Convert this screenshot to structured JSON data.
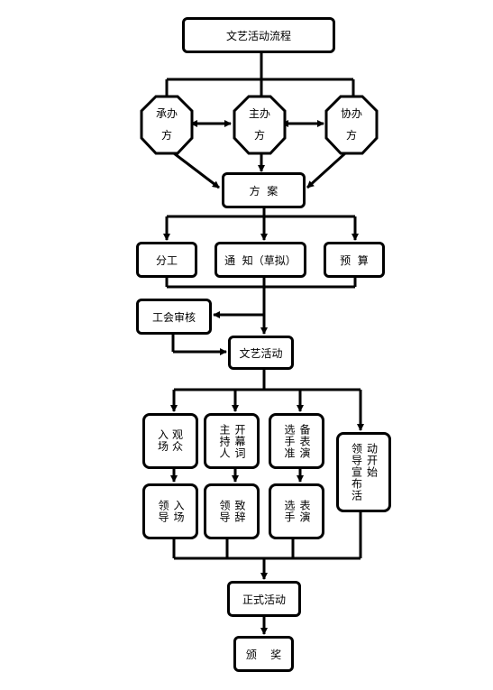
{
  "title": "文艺活动流程",
  "organizers": {
    "host": "承办\n方",
    "main": "主办\n方",
    "co": "协办\n方"
  },
  "plan": "方  案",
  "tasks": {
    "division": "分工",
    "notice": "通  知（草拟）",
    "budget": "预  算"
  },
  "union_review": "工会审核",
  "activity": "文艺活动",
  "steps": {
    "audience_enter": [
      "入",
      "观"
    ],
    "audience_enter_b": [
      "场",
      "众"
    ],
    "host_open": [
      "开幕词",
      "主持人"
    ],
    "prepare_perf": [
      "备表演",
      "选手准"
    ],
    "leader_announce": [
      "领导宣布活",
      "动开始"
    ],
    "leader_enter": [
      "入场",
      "领导"
    ],
    "leader_speech": [
      "致辞",
      "领导"
    ],
    "perform": [
      "表演",
      "选手"
    ]
  },
  "formal": "正式活动",
  "award": "颁    奖"
}
